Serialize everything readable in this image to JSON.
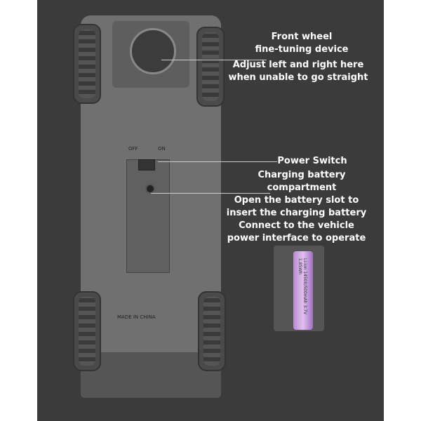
{
  "annotations": {
    "front_wheel": [
      "Front wheel",
      "fine-tuning device"
    ],
    "adjust": [
      "Adjust left and right here",
      "when unable to go straight"
    ],
    "power": "Power Switch",
    "battery_compartment": [
      "Charging battery",
      "compartment"
    ],
    "instructions": [
      "Open the battery slot to",
      "insert the charging battery",
      "Connect to the vehicle",
      "power interface to operate"
    ]
  },
  "car": {
    "off": "OFF",
    "on": "ON",
    "made_in": "MADE IN CHINA"
  },
  "battery": {
    "brand": "Li-ion",
    "spec": "14500/500mAh 3.7V 1.85Wh"
  }
}
